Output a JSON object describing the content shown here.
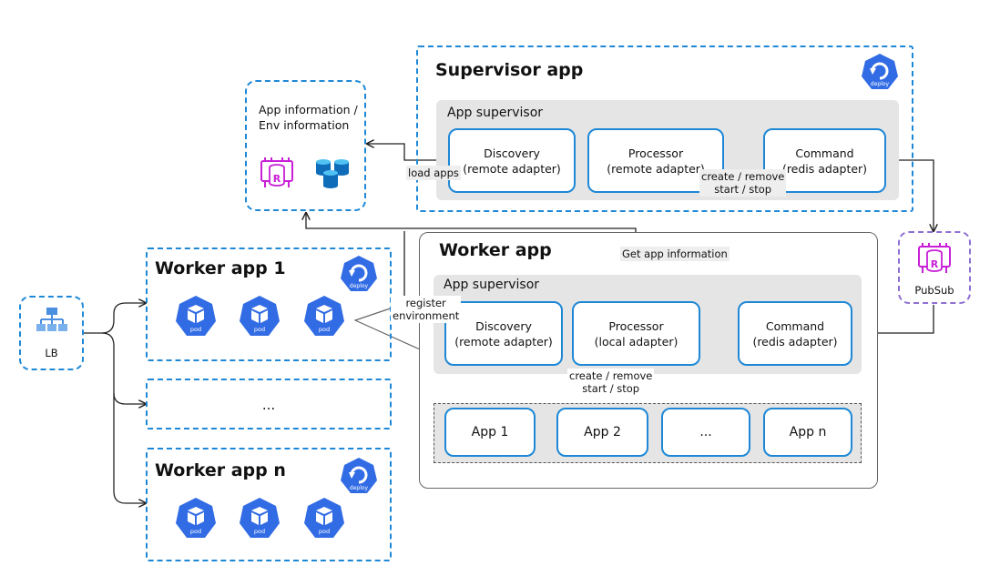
{
  "supervisor_app": {
    "title": "Supervisor app",
    "app_supervisor": "App supervisor",
    "discovery": [
      "Discovery",
      "(remote adapter)"
    ],
    "processor": [
      "Processor",
      "(remote adapter)"
    ],
    "command": [
      "Command",
      "(redis adapter)"
    ],
    "deploy_icon_label": "deploy"
  },
  "app_info_box": {
    "text": [
      "App information /",
      "Env information"
    ],
    "redis_icon_letter": "R"
  },
  "worker_app": {
    "title": "Worker app",
    "app_supervisor": "App supervisor",
    "discovery": [
      "Discovery",
      "(remote adapter)"
    ],
    "processor": [
      "Processor",
      "(local adapter)"
    ],
    "command": [
      "Command",
      "(redis adapter)"
    ],
    "apps": [
      "App 1",
      "App 2",
      "...",
      "App n"
    ]
  },
  "pubsub": {
    "label": "PubSub",
    "icon_letter": "R"
  },
  "lb": {
    "label": "LB"
  },
  "workers": [
    {
      "title": "Worker app 1",
      "deploy": "deploy",
      "pods": [
        "pod",
        "pod",
        "pod"
      ]
    },
    {
      "title": "...",
      "deploy": "",
      "pods": []
    },
    {
      "title": "Worker app n",
      "deploy": "deploy",
      "pods": [
        "pod",
        "pod",
        "pod"
      ]
    }
  ],
  "edge_labels": {
    "load_apps": "load apps",
    "create_remove_top": [
      "create / remove",
      "start / stop"
    ],
    "get_app_info": "Get app information",
    "register_env": [
      "register",
      "environment"
    ],
    "create_remove_bottom": [
      "create / remove",
      "start / stop"
    ]
  },
  "colors": {
    "k8s_blue": "#326ce5",
    "dash_blue": "#1e88d6",
    "redis_magenta": "#c81fd6",
    "azure_blue": "#1ea0e6",
    "pubsub_purple": "#8e6fd1"
  }
}
